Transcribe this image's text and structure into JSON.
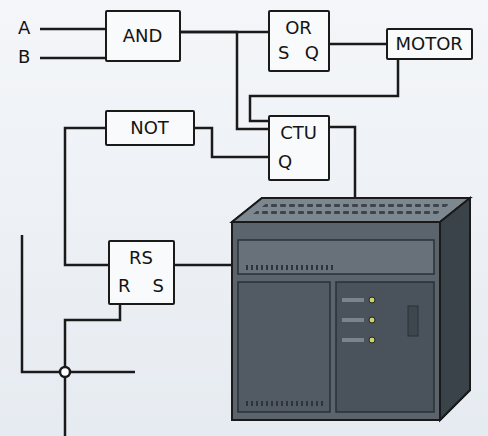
{
  "diagram": {
    "nodes": [
      {
        "text": [
          "AND"
        ]
      },
      {
        "text": [
          "OR",
          "S",
          "Q"
        ]
      },
      {
        "text": [
          "MOTOR"
        ]
      },
      {
        "text": [
          "NOT"
        ]
      },
      {
        "text": [
          "CTU",
          "Q"
        ]
      },
      {
        "text": [
          "RS",
          "R",
          "S"
        ]
      }
    ],
    "edges": [
      {
        "from": 0,
        "to": 1,
        "arrow": "none"
      },
      {
        "from": 1,
        "to": 2,
        "arrow": "none"
      },
      {
        "from": 0,
        "to": 4,
        "arrow": "none"
      },
      {
        "from": 2,
        "to": 4,
        "arrow": "none"
      },
      {
        "from": 3,
        "to": 4,
        "arrow": "none"
      },
      {
        "from": 3,
        "to": 5,
        "arrow": "none"
      }
    ],
    "labels": [
      "A",
      "B"
    ]
  }
}
